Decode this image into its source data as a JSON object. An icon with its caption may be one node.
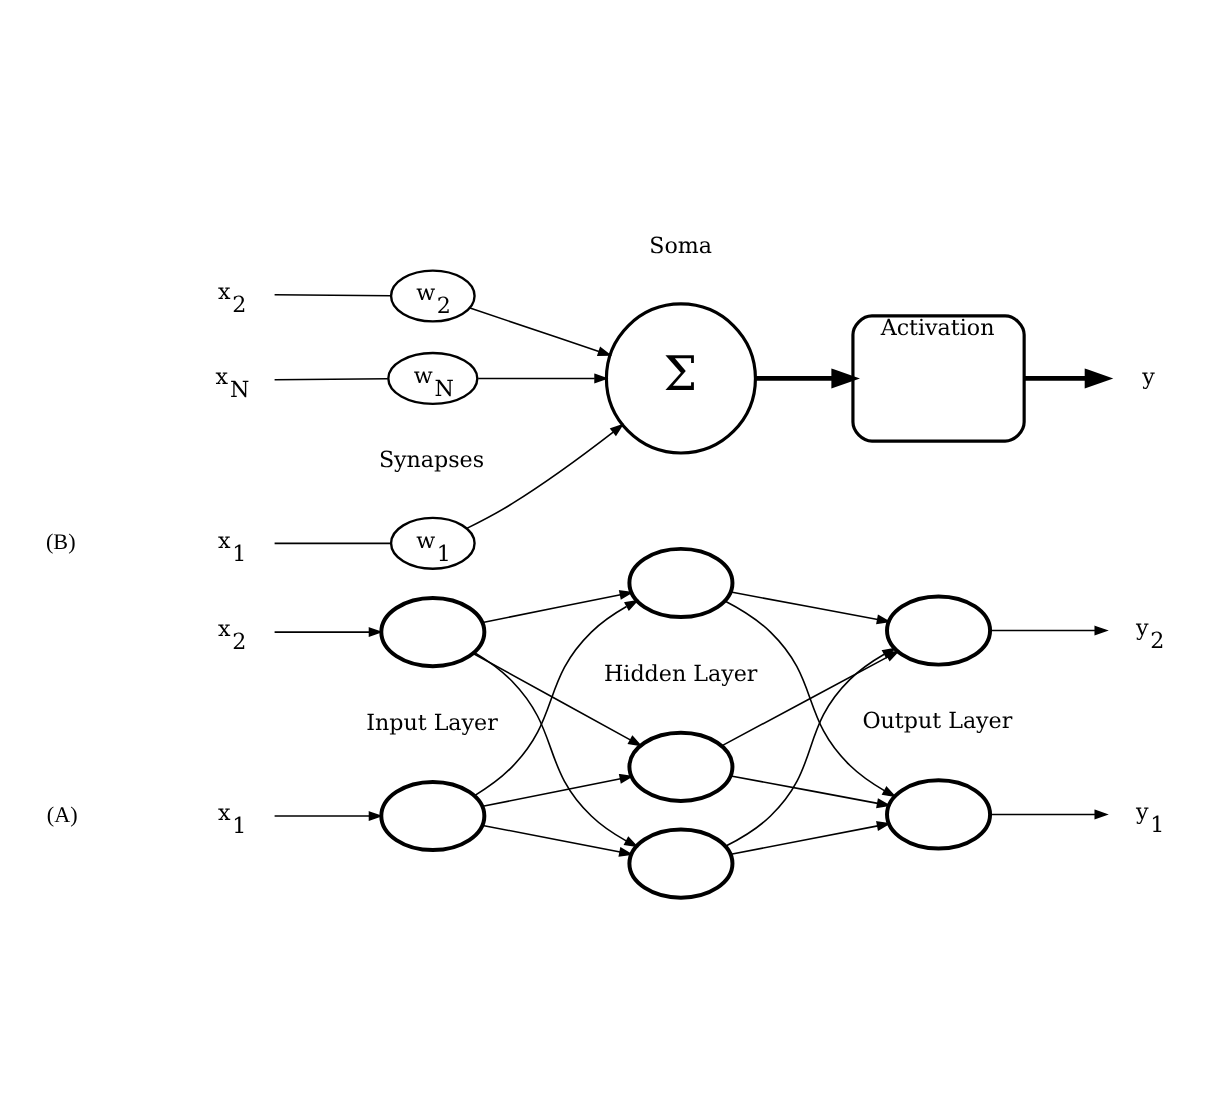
{
  "diagram": {
    "nodes": [
      {
        "text": [
          "x$_{1}$"
        ]
      },
      {
        "text": [
          "x$_{2}$"
        ]
      },
      {
        "text": [],
        "shape": "circle"
      },
      {
        "text": [],
        "shape": "circle"
      },
      {
        "text": [],
        "shape": "circle"
      },
      {
        "text": [],
        "shape": "circle"
      },
      {
        "text": [],
        "shape": "circle"
      },
      {
        "text": [],
        "shape": "circle"
      },
      {
        "text": [],
        "shape": "circle"
      },
      {
        "text": [
          "y$_{1}$"
        ]
      },
      {
        "text": [
          "y$_{2}$"
        ]
      },
      {
        "text": [
          "x$_{1}$"
        ]
      },
      {
        "text": [
          "w$_{1}$"
        ]
      },
      {
        "text": [
          "x$_{2}$"
        ]
      },
      {
        "text": [
          "w$_{2}$"
        ]
      },
      {
        "text": [
          "w$_{N}$"
        ]
      },
      {
        "text": [
          "x$_{N}$"
        ]
      },
      {
        "text": [
          "Σ"
        ],
        "beside": [
          "Soma"
        ]
      },
      {
        "text": [
          "Activation"
        ]
      },
      {
        "text": [
          "y"
        ]
      }
    ],
    "edges": [
      {
        "from": 0,
        "to": 2,
        "arrow": "to"
      },
      {
        "from": 1,
        "to": 3,
        "arrow": "to"
      },
      {
        "from": 2,
        "to": 4,
        "arrow": "to"
      },
      {
        "from": 2,
        "to": 5,
        "arrow": "to"
      },
      {
        "from": 2,
        "to": 6,
        "arrow": "to"
      },
      {
        "from": 3,
        "to": 4,
        "arrow": "to"
      },
      {
        "from": 3,
        "to": 5,
        "arrow": "to"
      },
      {
        "from": 3,
        "to": 6,
        "arrow": "to"
      },
      {
        "from": 4,
        "to": 7,
        "arrow": "to"
      },
      {
        "from": 4,
        "to": 8,
        "arrow": "to"
      },
      {
        "from": 5,
        "to": 7,
        "arrow": "to"
      },
      {
        "from": 5,
        "to": 8,
        "arrow": "to"
      },
      {
        "from": 6,
        "to": 7,
        "arrow": "to"
      },
      {
        "from": 6,
        "to": 8,
        "arrow": "to"
      },
      {
        "from": 7,
        "to": 9,
        "arrow": "to"
      },
      {
        "from": 8,
        "to": 10,
        "arrow": "to"
      },
      {
        "from": 11,
        "to": 12,
        "arrow": "none"
      },
      {
        "from": 12,
        "to": 17,
        "arrow": "to"
      },
      {
        "from": 13,
        "to": 14,
        "arrow": "none"
      },
      {
        "from": 14,
        "to": 17,
        "arrow": "to"
      },
      {
        "from": 16,
        "to": 15,
        "arrow": "none"
      },
      {
        "from": 15,
        "to": 17,
        "arrow": "to"
      },
      {
        "from": 17,
        "to": 18,
        "arrow": "to",
        "style": "thick"
      },
      {
        "from": 18,
        "to": 19,
        "arrow": "to",
        "style": "thick"
      }
    ],
    "labels": [
      "(A)",
      "Input Layer",
      "Output Layer",
      "Hidden Layer",
      "(B)",
      "Synapses"
    ]
  }
}
